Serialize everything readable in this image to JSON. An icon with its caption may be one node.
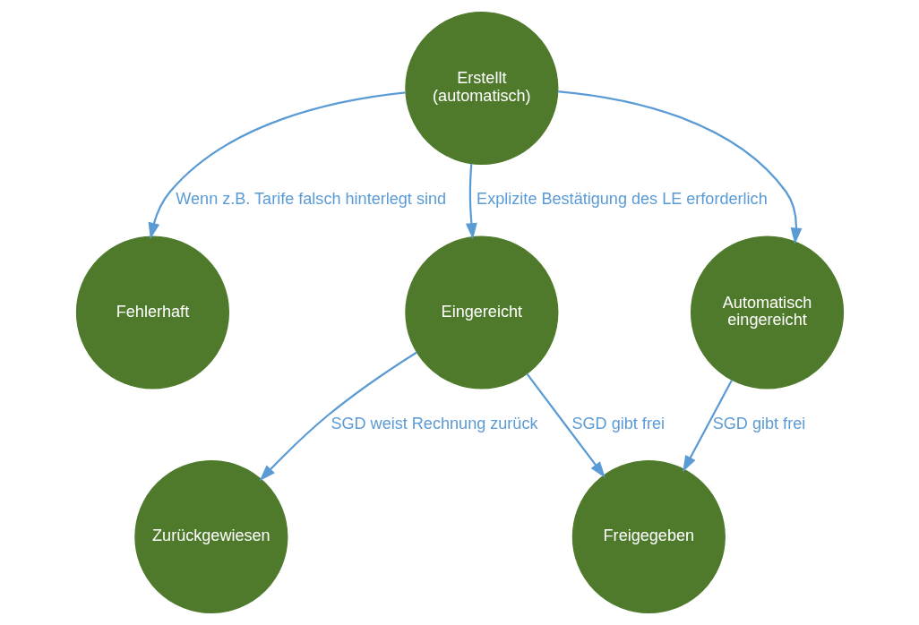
{
  "diagram": {
    "nodes": [
      {
        "text": [
          "Erstellt (automatisch)"
        ]
      },
      {
        "text": [
          "Fehlerhaft"
        ]
      },
      {
        "text": [
          "Automatisch eingereicht"
        ]
      },
      {
        "text": [
          "Eingereicht"
        ]
      },
      {
        "text": [
          "Zurückgewiesen"
        ]
      },
      {
        "text": [
          "Freigegeben"
        ]
      }
    ],
    "edges": [
      {
        "from": 0,
        "to": 1,
        "arrow": "to",
        "label": "Wenn z.B. Tarife falsch hinterlegt sind"
      },
      {
        "from": 0,
        "to": 3,
        "arrow": "to",
        "label": "Explizite Bestätigung des LE erforderlich"
      },
      {
        "from": 0,
        "to": 2,
        "arrow": "to"
      },
      {
        "from": 3,
        "to": 4,
        "arrow": "to",
        "label": "SGD weist Rechnung zurück"
      },
      {
        "from": 3,
        "to": 5,
        "arrow": "to",
        "label": "SGD gibt frei"
      },
      {
        "from": 2,
        "to": 5,
        "arrow": "to",
        "label": "SGD gibt frei"
      }
    ]
  }
}
